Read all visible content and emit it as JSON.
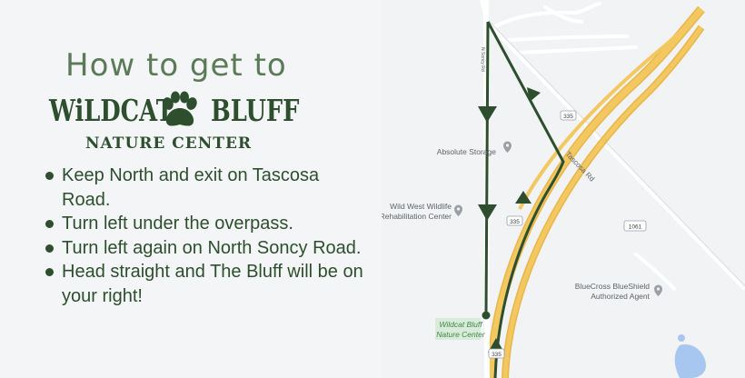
{
  "header": {
    "headline": "How to get to",
    "logo_left": "WiLDCAT",
    "logo_right": "BLUFF",
    "logo_sub": "NATURE CENTER"
  },
  "steps": [
    "Keep North and exit on Tascosa Road.",
    "Turn left under the overpass.",
    "Turn left again on North Soncy Road.",
    "Head straight and The Bluff will be on your right!"
  ],
  "map": {
    "places": {
      "absolute_storage": "Absolute Storage",
      "wild_west_line1": "Wild West Wildlife",
      "wild_west_line2": "Rehabilitation Center",
      "bluecross_line1": "BlueCross BlueShield",
      "bluecross_line2": "Authorized Agent",
      "wildcat_line1": "Wildcat Bluff",
      "wildcat_line2": "Nature Center"
    },
    "roads": {
      "tascosa": "Tascosa Rd",
      "soncy": "N Soncy Rd"
    },
    "shields": {
      "s335_top": "335",
      "s335_mid": "335",
      "s335_bottom": "335",
      "s1061": "1061"
    },
    "colors": {
      "route": "#2d4f2e",
      "highway": "#f3c860",
      "pin": "#9aa0a6",
      "place_label": "#5f6368",
      "park_label": "#3f8a4a",
      "water": "#a8c7f0"
    }
  }
}
